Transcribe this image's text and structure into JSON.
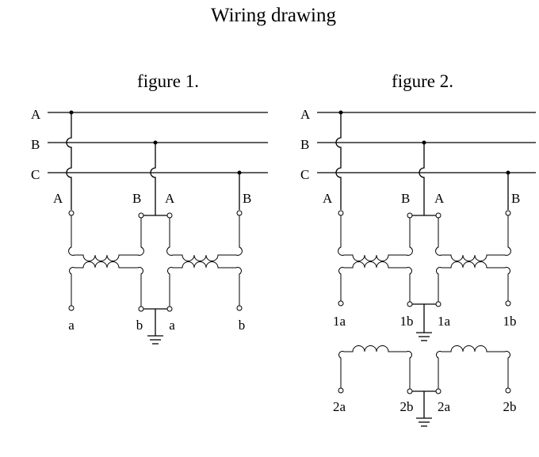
{
  "title": "Wiring drawing",
  "figure1": {
    "title": "figure 1.",
    "phases": [
      "A",
      "B",
      "C"
    ],
    "primary_labels": [
      "A",
      "B",
      "A",
      "B"
    ],
    "secondary_labels": [
      "a",
      "b",
      "a",
      "b"
    ]
  },
  "figure2": {
    "title": "figure 2.",
    "phases": [
      "A",
      "B",
      "C"
    ],
    "primary_labels": [
      "A",
      "B",
      "A",
      "B"
    ],
    "secondary1_labels": [
      "1a",
      "1b",
      "1a",
      "1b"
    ],
    "secondary2_labels": [
      "2a",
      "2b",
      "2a",
      "2b"
    ]
  }
}
